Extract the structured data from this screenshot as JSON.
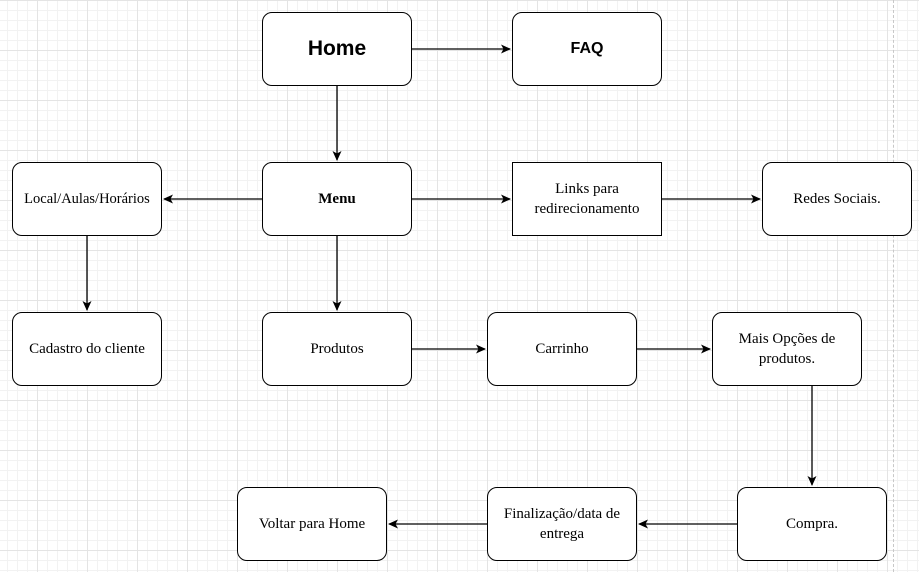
{
  "diagram": {
    "nodes": {
      "home": "Home",
      "faq": "FAQ",
      "menu": "Menu",
      "local": "Local/Aulas/Horários",
      "links": "Links para redirecionamento",
      "redes": "Redes Sociais.",
      "cadastro": "Cadastro do cliente",
      "produtos": "Produtos",
      "carrinho": "Carrinho",
      "mais_opcoes": "Mais Opções de produtos.",
      "compra": "Compra.",
      "finalizacao": "Finalização/data de entrega",
      "voltar": "Voltar para Home"
    },
    "edges": [
      {
        "from": "home",
        "to": "faq"
      },
      {
        "from": "home",
        "to": "menu"
      },
      {
        "from": "menu",
        "to": "local"
      },
      {
        "from": "menu",
        "to": "links"
      },
      {
        "from": "links",
        "to": "redes"
      },
      {
        "from": "local",
        "to": "cadastro"
      },
      {
        "from": "menu",
        "to": "produtos"
      },
      {
        "from": "produtos",
        "to": "carrinho"
      },
      {
        "from": "carrinho",
        "to": "mais_opcoes"
      },
      {
        "from": "mais_opcoes",
        "to": "compra"
      },
      {
        "from": "compra",
        "to": "finalizacao"
      },
      {
        "from": "finalizacao",
        "to": "voltar"
      }
    ]
  }
}
